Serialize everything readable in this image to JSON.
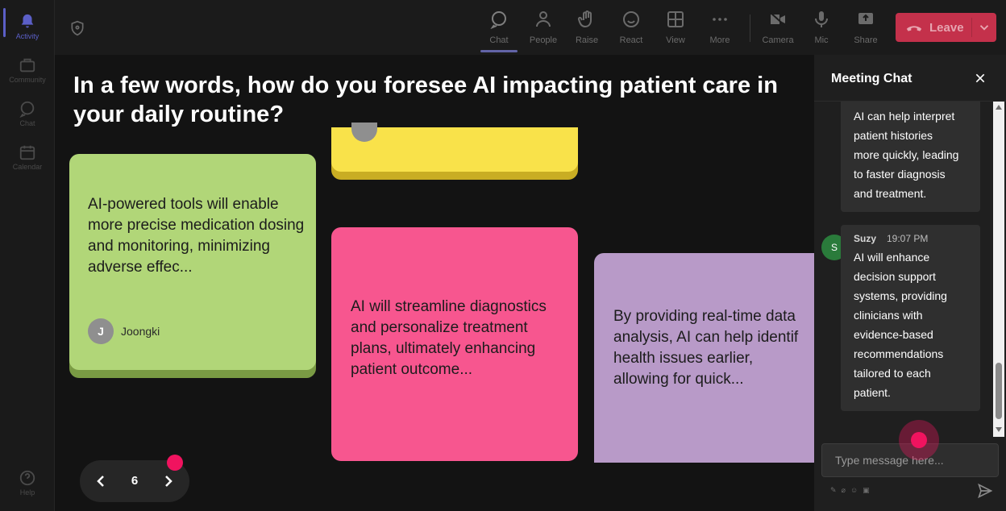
{
  "rail": {
    "items": [
      {
        "label": "Activity"
      },
      {
        "label": "Community"
      },
      {
        "label": "Chat"
      },
      {
        "label": "Calendar"
      }
    ],
    "help_label": "Help"
  },
  "toolbar": {
    "buttons": [
      {
        "label": "Chat",
        "icon": "chat-icon"
      },
      {
        "label": "People",
        "icon": "people-icon"
      },
      {
        "label": "Raise",
        "icon": "raise-hand-icon"
      },
      {
        "label": "React",
        "icon": "react-icon"
      },
      {
        "label": "View",
        "icon": "view-grid-icon"
      },
      {
        "label": "More",
        "icon": "more-icon"
      },
      {
        "label": "Camera",
        "icon": "camera-off-icon"
      },
      {
        "label": "Mic",
        "icon": "mic-icon"
      },
      {
        "label": "Share",
        "icon": "share-icon"
      }
    ],
    "leave_label": "Leave",
    "accent": "#c4314b"
  },
  "main": {
    "question": "In a few words, how do you foresee AI impacting patient care in your daily routine?",
    "notes": [
      {
        "text": "AI-powered tools will enable more precise medication dosing and monitoring, minimizing adverse effec...",
        "author": "Joongki",
        "initial": "J",
        "color": "#b1d678"
      },
      {
        "text": "",
        "color": "#f9e24a"
      },
      {
        "text": "AI will streamline diagnostics and personalize treatment plans, ultimately enhancing patient outcome...",
        "color": "#f7568f"
      },
      {
        "text": "By providing real-time data analysis, AI can help identif health issues earlier, allowing for quick...",
        "color": "#b89ac8"
      }
    ],
    "page": "6"
  },
  "chat": {
    "title": "Meeting Chat",
    "messages": [
      {
        "lines": [
          "AI can help interpret",
          "patient histories",
          "more quickly, leading",
          "to faster diagnosis",
          "and treatment."
        ]
      },
      {
        "sender": "Suzy",
        "initial": "S",
        "time": "19:07 PM",
        "lines": [
          "AI will enhance",
          "decision support",
          "systems, providing",
          "clinicians with",
          "evidence-based",
          "recommendations",
          "tailored to each",
          "patient."
        ]
      }
    ],
    "input_placeholder": "Type message here..."
  }
}
